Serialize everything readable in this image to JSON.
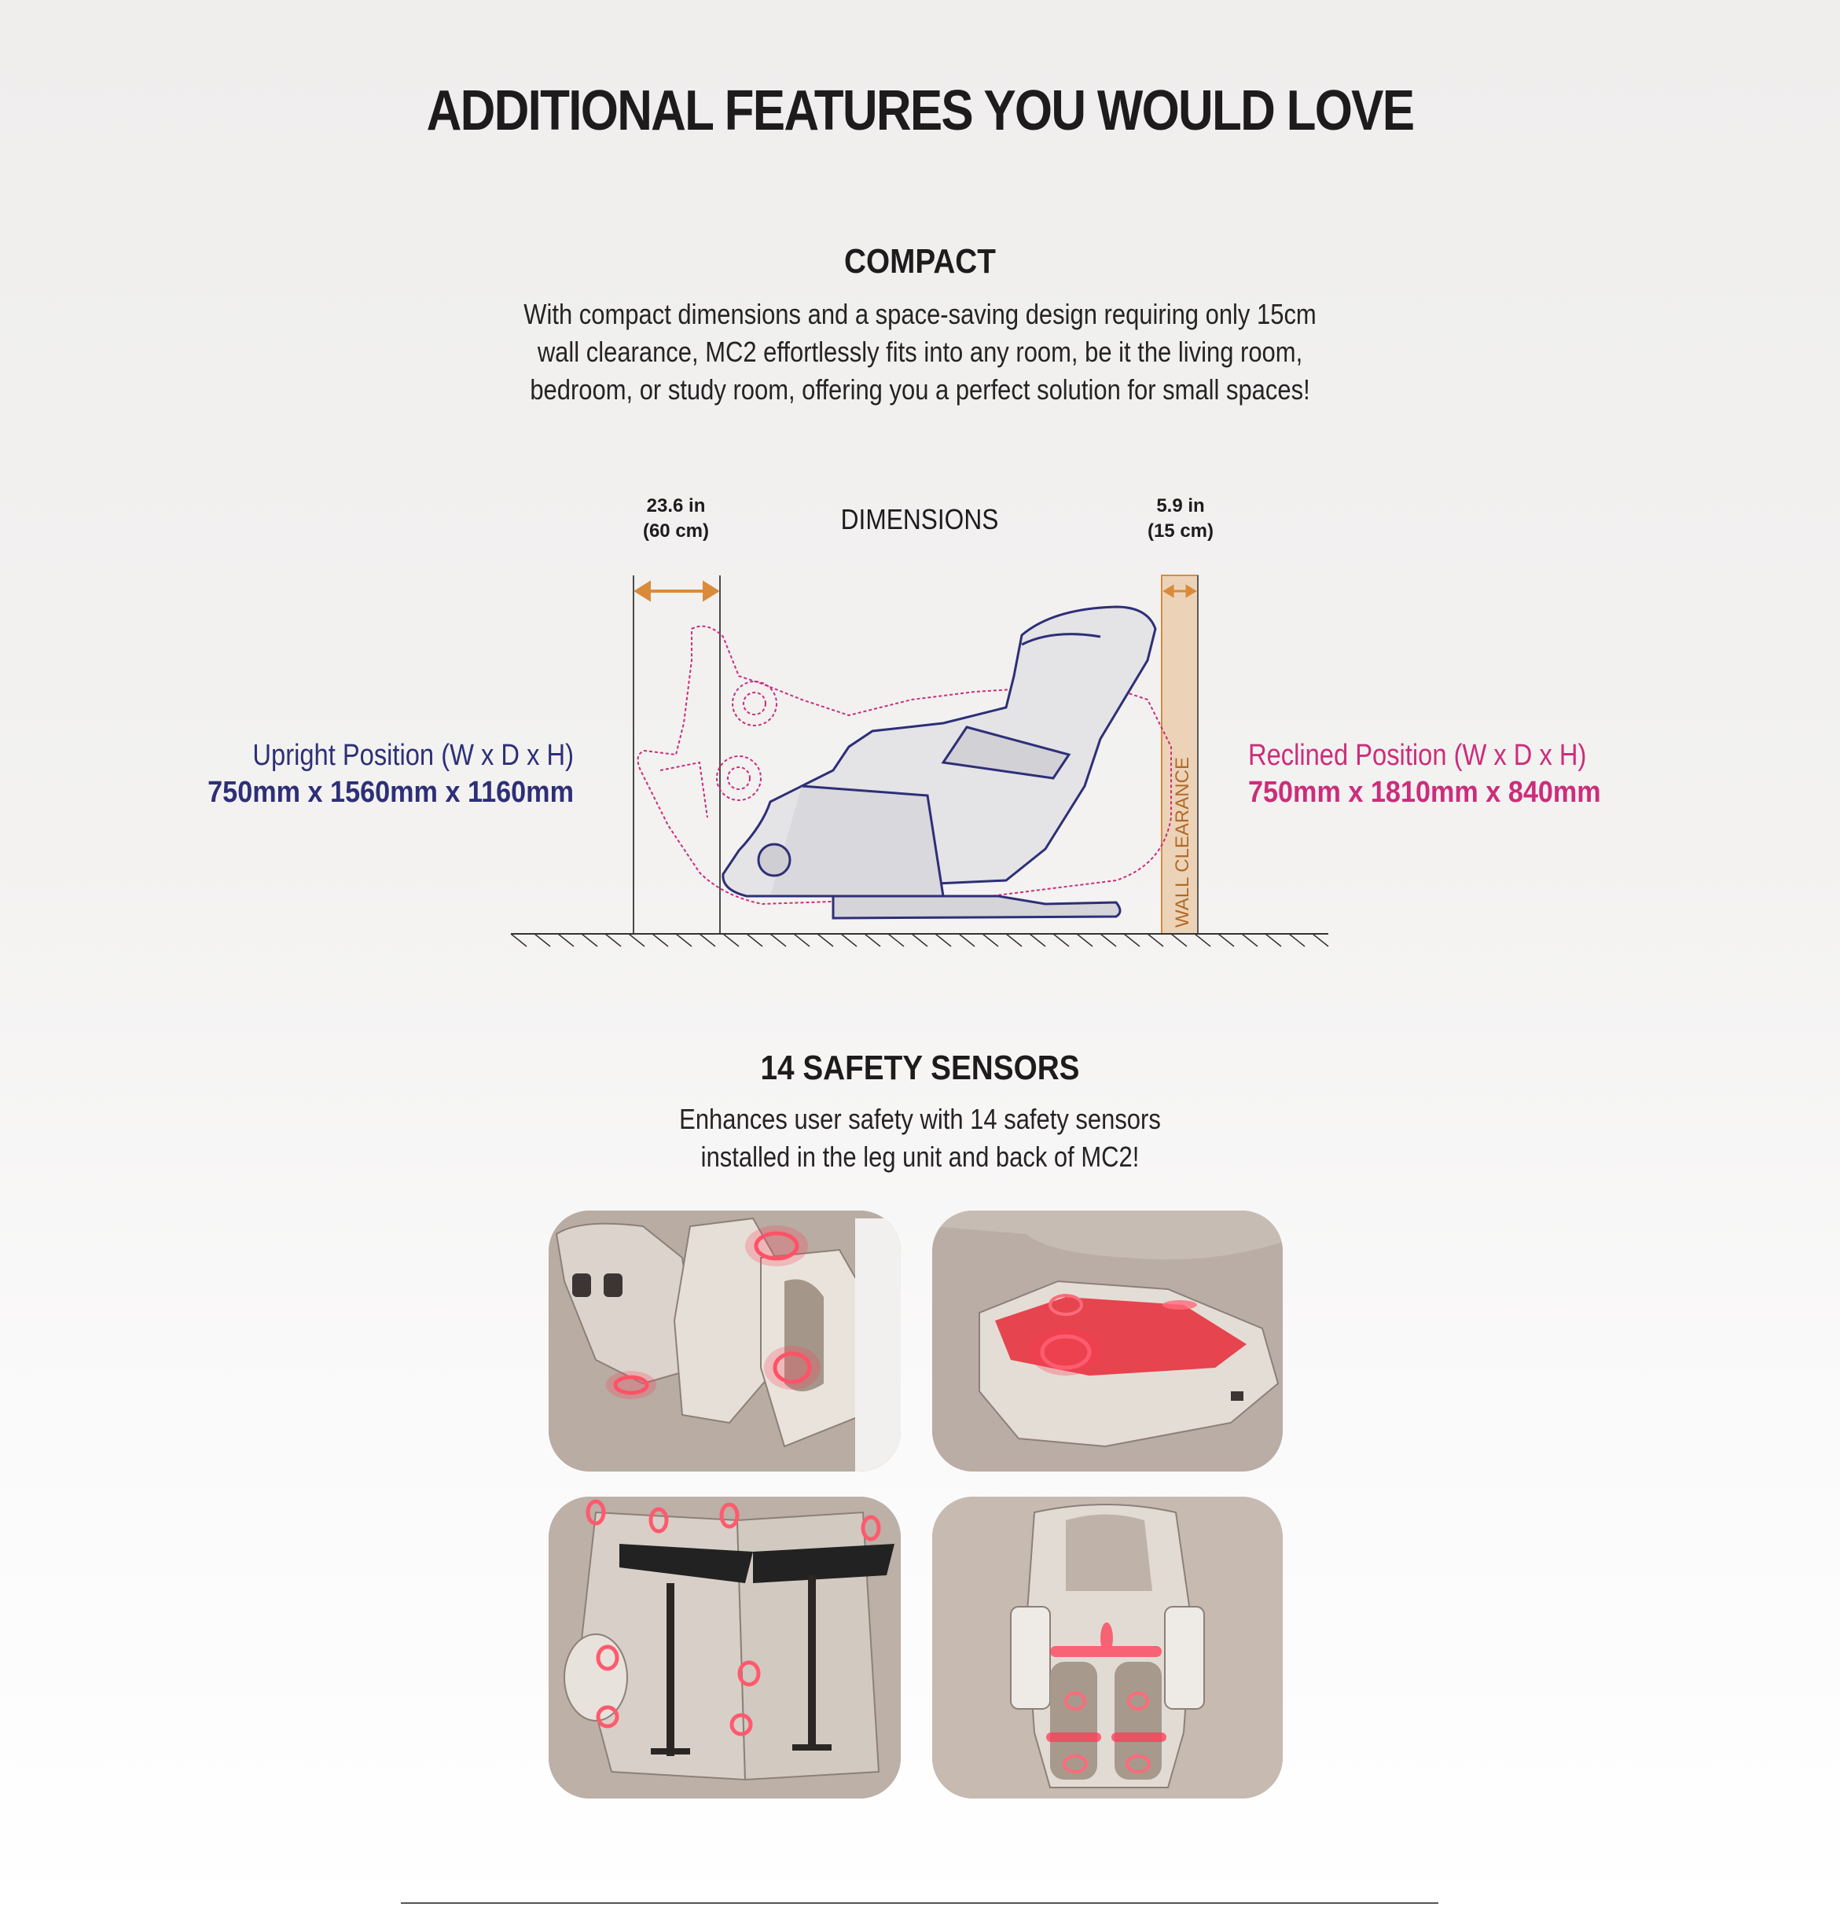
{
  "main_title": "ADDITIONAL FEATURES YOU WOULD LOVE",
  "compact": {
    "title": "COMPACT",
    "description_lines": [
      "With compact dimensions and a space-saving design requiring only 15cm",
      "wall clearance, MC2 effortlessly fits into any room, be it the living room,",
      "bedroom, or study room, offering you a perfect solution for small spaces!"
    ]
  },
  "dimensions": {
    "title": "DIMENSIONS",
    "front_clearance": {
      "line1": "23.6 in",
      "line2": "(60 cm)"
    },
    "wall_clearance": {
      "line1": "5.9 in",
      "line2": "(15 cm)",
      "label": "WALL CLEARANCE"
    },
    "upright": {
      "label": "Upright Position (W x D x H)",
      "value": "750mm x 1560mm x 1160mm",
      "color": "#2e2f78"
    },
    "reclined": {
      "label": "Reclined Position (W x D x H)",
      "value": "750mm x 1810mm x 840mm",
      "color": "#cc2d7b"
    },
    "accent_color": "#d98b3a"
  },
  "safety": {
    "title": "14 SAFETY SENSORS",
    "description_lines": [
      "Enhances user safety with 14 safety sensors",
      "installed in the leg unit and back of MC2!"
    ]
  }
}
